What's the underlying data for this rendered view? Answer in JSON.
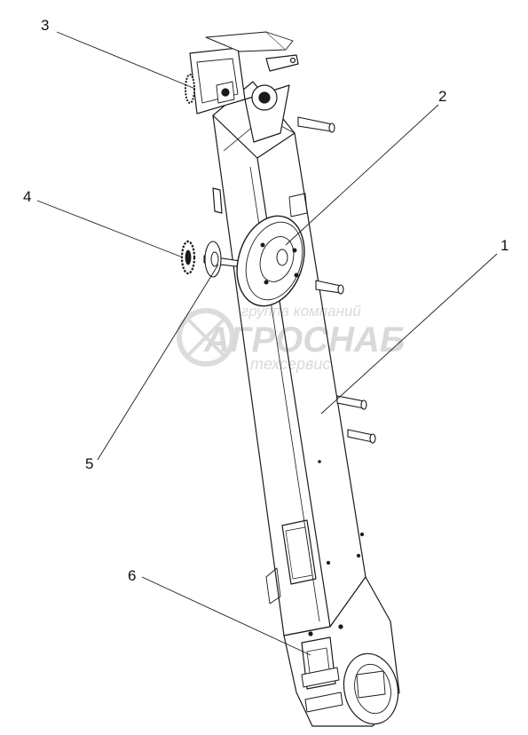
{
  "callouts": [
    {
      "id": "1",
      "label": "1"
    },
    {
      "id": "2",
      "label": "2"
    },
    {
      "id": "3",
      "label": "3"
    },
    {
      "id": "4",
      "label": "4"
    },
    {
      "id": "5",
      "label": "5"
    },
    {
      "id": "6",
      "label": "6"
    }
  ],
  "watermark": {
    "line1": "группа компаний",
    "line2": "АГРОСНАБ",
    "line3": "техсервис"
  },
  "colors": {
    "line": "#1a1a1a",
    "watermark": "#d9d9d9",
    "background": "#ffffff"
  }
}
